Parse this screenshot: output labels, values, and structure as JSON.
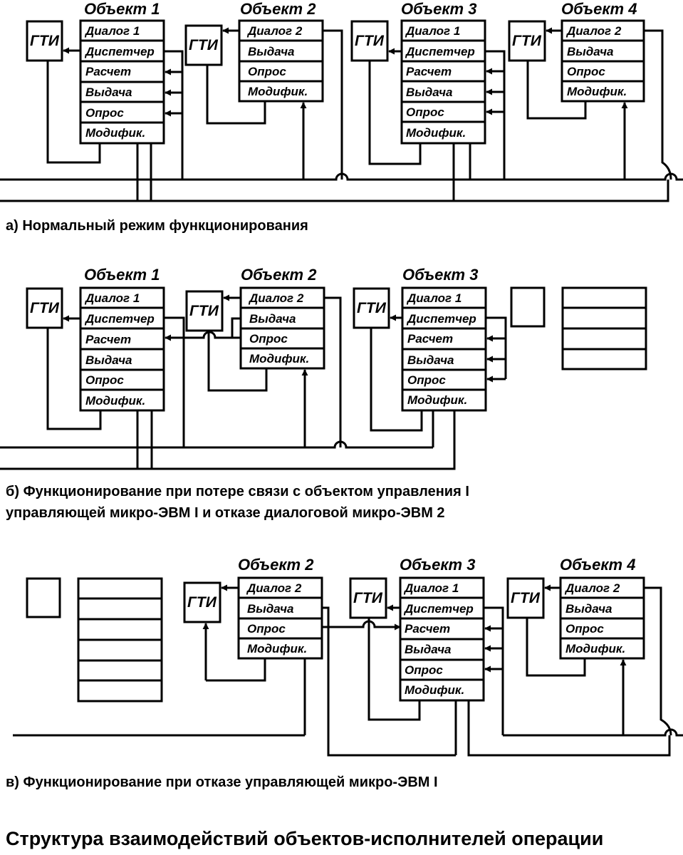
{
  "diagram": {
    "title": "Структура взаимодействий объектов-исполнителей операции",
    "gti_label": "ГТИ",
    "scenarios": [
      {
        "id": "a",
        "caption": [
          "а) Нормальный режим функционирования"
        ],
        "objects": [
          {
            "title": "Объект 1",
            "rows": [
              "Диалог 1",
              "Диспетчер",
              "Расчет",
              "Выдача",
              "Опрос",
              "Модифик."
            ],
            "failed": false
          },
          {
            "title": "Объект 2",
            "rows": [
              "Диалог 2",
              "Выдача",
              "Опрос",
              "Модифик."
            ],
            "failed": false
          },
          {
            "title": "Объект 3",
            "rows": [
              "Диалог 1",
              "Диспетчер",
              "Расчет",
              "Выдача",
              "Опрос",
              "Модифик."
            ],
            "failed": false
          },
          {
            "title": "Объект 4",
            "rows": [
              "Диалог 2",
              "Выдача",
              "Опрос",
              "Модифик."
            ],
            "failed": false
          }
        ]
      },
      {
        "id": "b",
        "caption": [
          "б) Функционирование при потере связи с объектом управления I",
          "управляющей микро-ЭВМ I и отказе диалоговой микро-ЭВМ 2"
        ],
        "objects": [
          {
            "title": "Объект 1",
            "rows": [
              "Диалог 1",
              "Диспетчер",
              "Расчет",
              "Выдача",
              "Опрос",
              "Модифик."
            ],
            "failed": false
          },
          {
            "title": "Объект 2",
            "rows": [
              "Диалог 2",
              "Выдача",
              "Опрос",
              "Модифик."
            ],
            "failed": false
          },
          {
            "title": "Объект 3",
            "rows": [
              "Диалог 1",
              "Диспетчер",
              "Расчет",
              "Выдача",
              "Опрос",
              "Модифик."
            ],
            "failed": false
          },
          {
            "title": "",
            "rows": [
              "",
              "",
              "",
              ""
            ],
            "failed": true
          }
        ]
      },
      {
        "id": "v",
        "caption": [
          "в) Функционирование при отказе управляющей микро-ЭВМ I"
        ],
        "objects": [
          {
            "title": "",
            "rows": [
              "",
              "",
              "",
              "",
              "",
              ""
            ],
            "failed": true
          },
          {
            "title": "Объект 2",
            "rows": [
              "Диалог 2",
              "Выдача",
              "Опрос",
              "Модифик."
            ],
            "failed": false
          },
          {
            "title": "Объект 3",
            "rows": [
              "Диалог 1",
              "Диспетчер",
              "Расчет",
              "Выдача",
              "Опрос",
              "Модифик."
            ],
            "failed": false
          },
          {
            "title": "Объект 4",
            "rows": [
              "Диалог 2",
              "Выдача",
              "Опрос",
              "Модифик."
            ],
            "failed": false
          }
        ]
      }
    ]
  }
}
